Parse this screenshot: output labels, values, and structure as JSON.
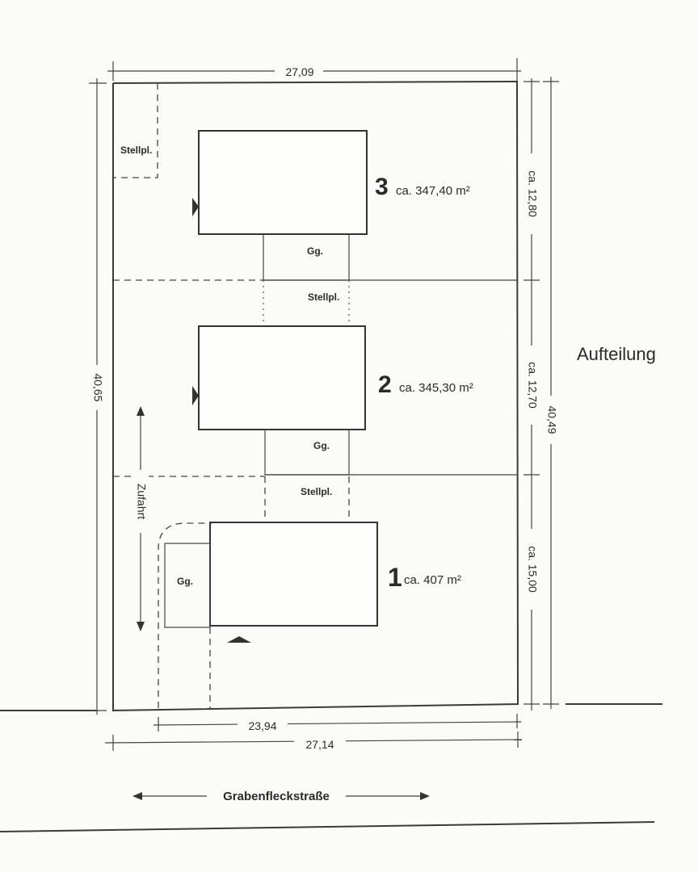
{
  "heading": "Aufteilung",
  "street": "Grabenfleckstraße",
  "access_label": "Zufahrt",
  "dimensions": {
    "top_width": "27,09",
    "left_depth": "40,65",
    "right_total": "40,49",
    "bottom_inner": "23,94",
    "bottom_total": "27,14",
    "plot3_depth": "ca. 12,80",
    "plot2_depth": "ca. 12,70",
    "plot1_depth": "ca. 15,00"
  },
  "plots": [
    {
      "number": "3",
      "area": "ca. 347,40 m²",
      "garage": "Gg.",
      "parking": "Stellpl."
    },
    {
      "number": "2",
      "area": "ca. 345,30 m²",
      "garage": "Gg.",
      "parking": "Stellpl."
    },
    {
      "number": "1",
      "area": "ca. 407 m²",
      "garage": "Gg.",
      "parking": "Stellpl."
    }
  ]
}
